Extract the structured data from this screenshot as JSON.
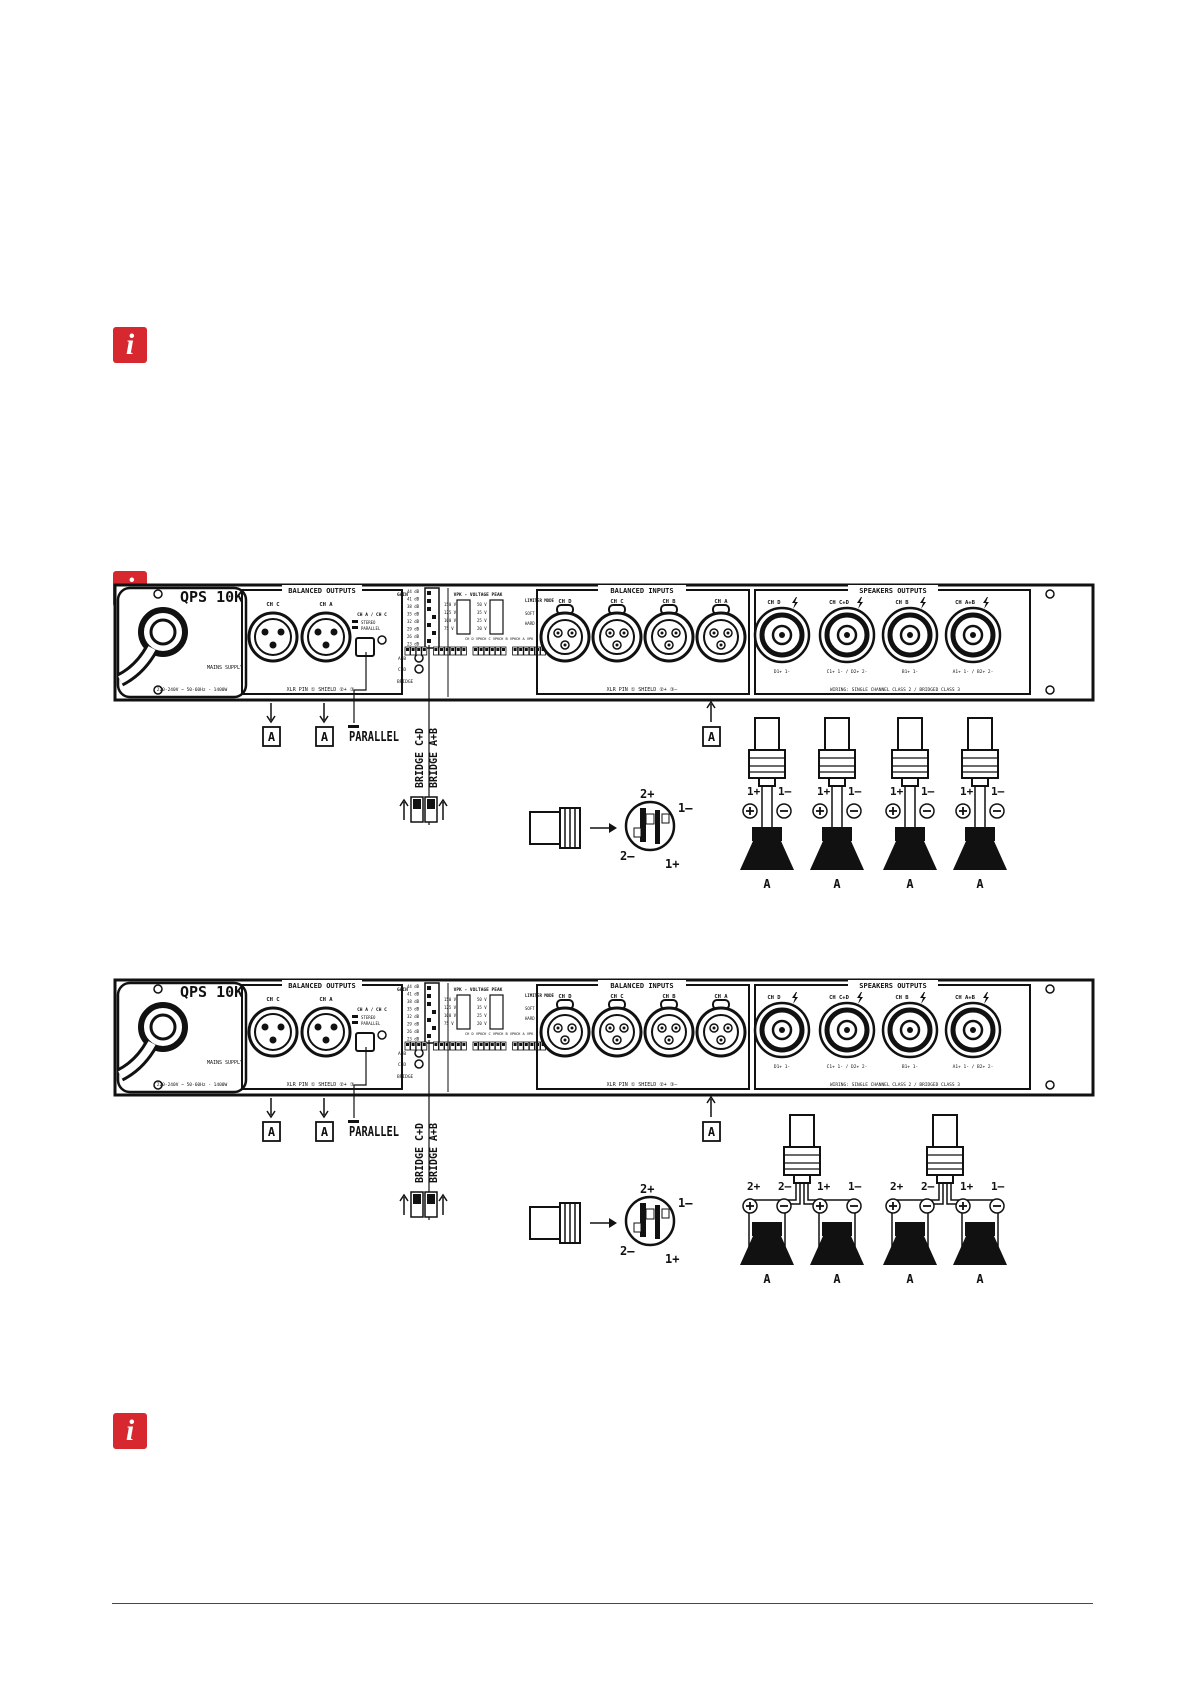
{
  "info_icon": {
    "glyph": "i",
    "color": "#d7282f"
  },
  "diagrams": [
    {
      "model": "QPS 10K",
      "balanced_outputs": {
        "title": "BALANCED OUTPUTS",
        "channels": [
          "CH C",
          "CH A"
        ],
        "selector_title": "CH A / CH C",
        "selector_options": [
          "STEREO",
          "PARALLEL"
        ],
        "xlr_legend": "XLR PIN ① SHIELD ②+ ③–"
      },
      "mains": {
        "label": "MAINS SUPPLY",
        "rating": "220-240V ~ 50-60Hz - 1400W"
      },
      "gain_label": "GAIN",
      "gain_steps": [
        "44 dB",
        "41 dB",
        "38 dB",
        "35 dB",
        "32 dB",
        "29 dB",
        "26 dB",
        "23 dB"
      ],
      "bridge_switch_labels": [
        "A+B",
        "C+D",
        "BRIDGE"
      ],
      "vpk_title": "VPK - VOLTAGE PEAK",
      "vpk_values_left": [
        "150 V",
        "125 V",
        "100 V",
        "75 V"
      ],
      "vpk_values_right": [
        "50 V",
        "35 V",
        "25 V",
        "20 V"
      ],
      "limiter_labels": [
        "LIMITER MODE",
        "SOFT",
        "HARD"
      ],
      "dip_groups": [
        "CH D VPK",
        "CH C VPK",
        "CH B VPK",
        "CH A VPK"
      ],
      "balanced_inputs": {
        "title": "BALANCED INPUTS",
        "channels": [
          "CH D",
          "CH C",
          "CH B",
          "CH A"
        ],
        "xlr_legend": "XLR PIN ① SHIELD ②+ ③–"
      },
      "speaker_outputs": {
        "title": "SPEAKERS OUTPUTS",
        "channels": [
          "CH D",
          "CH C+D",
          "CH B",
          "CH A+B"
        ],
        "pin_labels": [
          "D1+ 1-",
          "C1+ 1- / D2+ 2-",
          "B1+ 1-",
          "A1+ 1- / B2+ 2-"
        ],
        "wiring_note": "WIRING: SINGLE CHANNEL CLASS 2 / BRIDGED CLASS 3"
      },
      "callouts": [
        "A",
        "A",
        "A"
      ],
      "parallel_label": "PARALLEL",
      "bridge_labels": [
        "BRIDGE C+D",
        "BRIDGE A+B"
      ],
      "connector_pins": [
        "2+",
        "1–",
        "2–",
        "1+"
      ],
      "speakers": [
        {
          "pos": "1+",
          "neg": "1–",
          "label": "A"
        },
        {
          "pos": "1+",
          "neg": "1–",
          "label": "A"
        },
        {
          "pos": "1+",
          "neg": "1–",
          "label": "A"
        },
        {
          "pos": "1+",
          "neg": "1–",
          "label": "A"
        }
      ]
    },
    {
      "model": "QPS 10K",
      "balanced_outputs": {
        "title": "BALANCED OUTPUTS",
        "channels": [
          "CH C",
          "CH A"
        ],
        "selector_title": "CH A / CH C",
        "selector_options": [
          "STEREO",
          "PARALLEL"
        ],
        "xlr_legend": "XLR PIN ① SHIELD ②+ ③–"
      },
      "mains": {
        "label": "MAINS SUPPLY",
        "rating": "220-240V ~ 50-60Hz - 1400W"
      },
      "gain_label": "GAIN",
      "gain_steps": [
        "44 dB",
        "41 dB",
        "38 dB",
        "35 dB",
        "32 dB",
        "29 dB",
        "26 dB",
        "23 dB"
      ],
      "bridge_switch_labels": [
        "A+B",
        "C+D",
        "BRIDGE"
      ],
      "vpk_title": "VPK - VOLTAGE PEAK",
      "vpk_values_left": [
        "150 V",
        "125 V",
        "100 V",
        "75 V"
      ],
      "vpk_values_right": [
        "50 V",
        "35 V",
        "25 V",
        "20 V"
      ],
      "limiter_labels": [
        "LIMITER MODE",
        "SOFT",
        "HARD"
      ],
      "dip_groups": [
        "CH D VPK",
        "CH C VPK",
        "CH B VPK",
        "CH A VPK"
      ],
      "balanced_inputs": {
        "title": "BALANCED INPUTS",
        "channels": [
          "CH D",
          "CH C",
          "CH B",
          "CH A"
        ],
        "xlr_legend": "XLR PIN ① SHIELD ②+ ③–"
      },
      "speaker_outputs": {
        "title": "SPEAKERS OUTPUTS",
        "channels": [
          "CH D",
          "CH C+D",
          "CH B",
          "CH A+B"
        ],
        "pin_labels": [
          "D1+ 1-",
          "C1+ 1- / D2+ 2-",
          "B1+ 1-",
          "A1+ 1- / B2+ 2-"
        ],
        "wiring_note": "WIRING: SINGLE CHANNEL CLASS 2 / BRIDGED CLASS 3"
      },
      "callouts": [
        "A",
        "A",
        "A"
      ],
      "parallel_label": "PARALLEL",
      "bridge_labels": [
        "BRIDGE C+D",
        "BRIDGE A+B"
      ],
      "connector_pins": [
        "2+",
        "1–",
        "2–",
        "1+"
      ],
      "speakers": [
        {
          "pos": "2+",
          "neg": "2–",
          "label": "A"
        },
        {
          "pos": "1+",
          "neg": "1–",
          "label": "A"
        },
        {
          "pos": "2+",
          "neg": "2–",
          "label": "A"
        },
        {
          "pos": "1+",
          "neg": "1–",
          "label": "A"
        }
      ]
    }
  ]
}
